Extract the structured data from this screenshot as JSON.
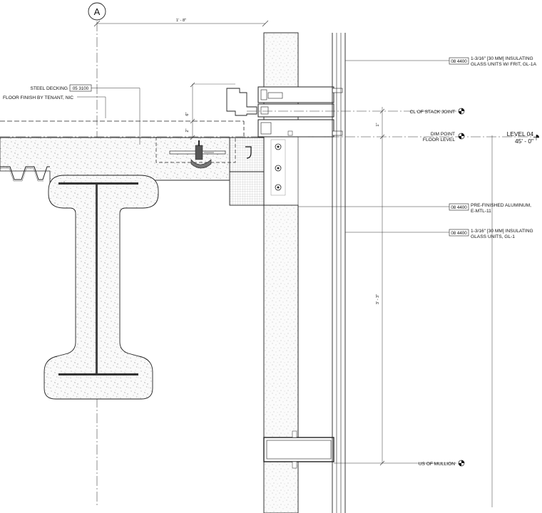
{
  "grid": {
    "label": "A"
  },
  "dimensions": {
    "top_width": "1' - 8\"",
    "small_vertical_1": "6\"",
    "small_vertical_2": "2\"",
    "stack_to_floor": "1\"",
    "mullion_height": "3' - 3\""
  },
  "left_notes": {
    "steel_decking": {
      "text": "STEEL DECKING",
      "ref": "05 3100"
    },
    "floor_finish": {
      "text": "FLOOR FINISH BY TENANT, NIC"
    }
  },
  "right_notes": [
    {
      "ref": "08 4400",
      "line1": "1-3/16\" [30 MM] INSULATING",
      "line2": "GLASS UNITS W/ FRIT, GL-1A"
    },
    {
      "ref": "08 4400",
      "line1": "PRE-FINISHED ALUMINUM,",
      "line2": "E-MTL-11"
    },
    {
      "ref": "08 4400",
      "line1": "1-3/16\" [30 MM] INSULATING",
      "line2": "GLASS UNITS, GL-1"
    }
  ],
  "markers": {
    "stack_joint": "CL OF STACK JOINT",
    "dim_point": "DIM POINT",
    "floor_level": "FLOOR LEVEL",
    "level_name": "LEVEL 04",
    "level_elev": "45' - 0\"",
    "us_mullion": "US OF MULLION"
  },
  "colors": {
    "line": "#222222",
    "fill_light": "#f4f4f4",
    "hatch": "#9a9a9a"
  }
}
